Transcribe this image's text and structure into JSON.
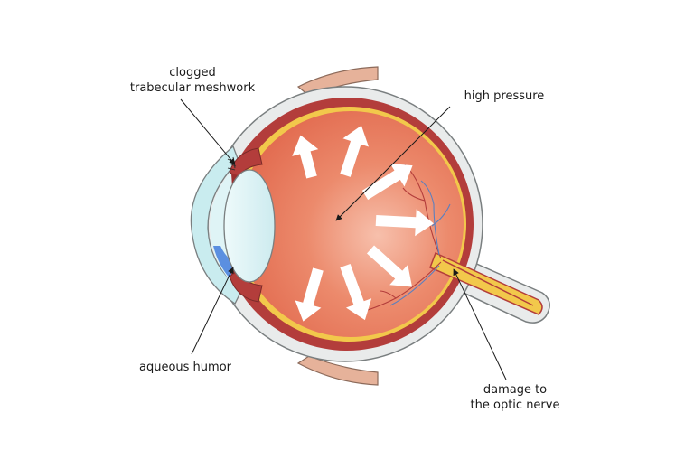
{
  "labels": {
    "clogged_line1": "clogged",
    "clogged_line2": "trabecular meshwork",
    "high_pressure": "high pressure",
    "aqueous": "aqueous humor",
    "damage_line1": "damage to",
    "damage_line2": "the optic nerve"
  },
  "colors": {
    "vitreous": "#e0654a",
    "sclera": "#e9ebeb",
    "choroid": "#b33d3b",
    "retina": "#f2c84b",
    "lens": "#d6f0f3",
    "cornea": "#c9ecef",
    "aqueous": "#5b8fe0",
    "arrows": "#ffffff",
    "muscle": "#e6b29a"
  }
}
